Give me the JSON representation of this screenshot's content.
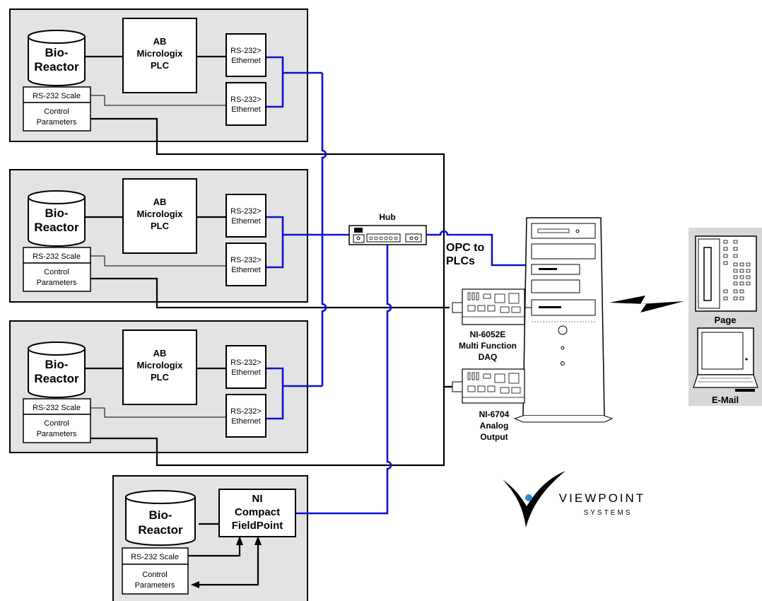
{
  "bioreactor": {
    "line1": "Bio-",
    "line2": "Reactor"
  },
  "plc": {
    "line1": "AB",
    "line2": "Micrologix",
    "line3": "PLC"
  },
  "converter": {
    "line1": "RS-232>",
    "line2": "Ethernet"
  },
  "scale": "RS-232 Scale",
  "control": {
    "line1": "Control",
    "line2": "Parameters"
  },
  "fieldpoint": {
    "line1": "NI",
    "line2": "Compact",
    "line3": "FieldPoint"
  },
  "hub": "Hub",
  "opc": {
    "line1": "OPC to",
    "line2": "PLCs"
  },
  "daq": {
    "line1": "NI-6052E",
    "line2": "Multi Function",
    "line3": "DAQ"
  },
  "analog": {
    "line1": "NI-6704",
    "line2": "Analog",
    "line3": "Output"
  },
  "pager": "Page",
  "email": "E-Mail",
  "logo": {
    "line1": "VIEWPOINT",
    "line2": "SYSTEMS"
  },
  "colors": {
    "network": "#0a14cf",
    "panel": "#e3e3e3",
    "logo_dot": "#2a8bd6"
  },
  "icons": [
    "bioreactor-cylinder-icon",
    "hub-icon",
    "pc-tower-icon",
    "daq-card-icon",
    "analog-card-icon",
    "pager-icon",
    "laptop-icon",
    "lightning-bolt-icon",
    "viewpoint-logo-icon"
  ]
}
